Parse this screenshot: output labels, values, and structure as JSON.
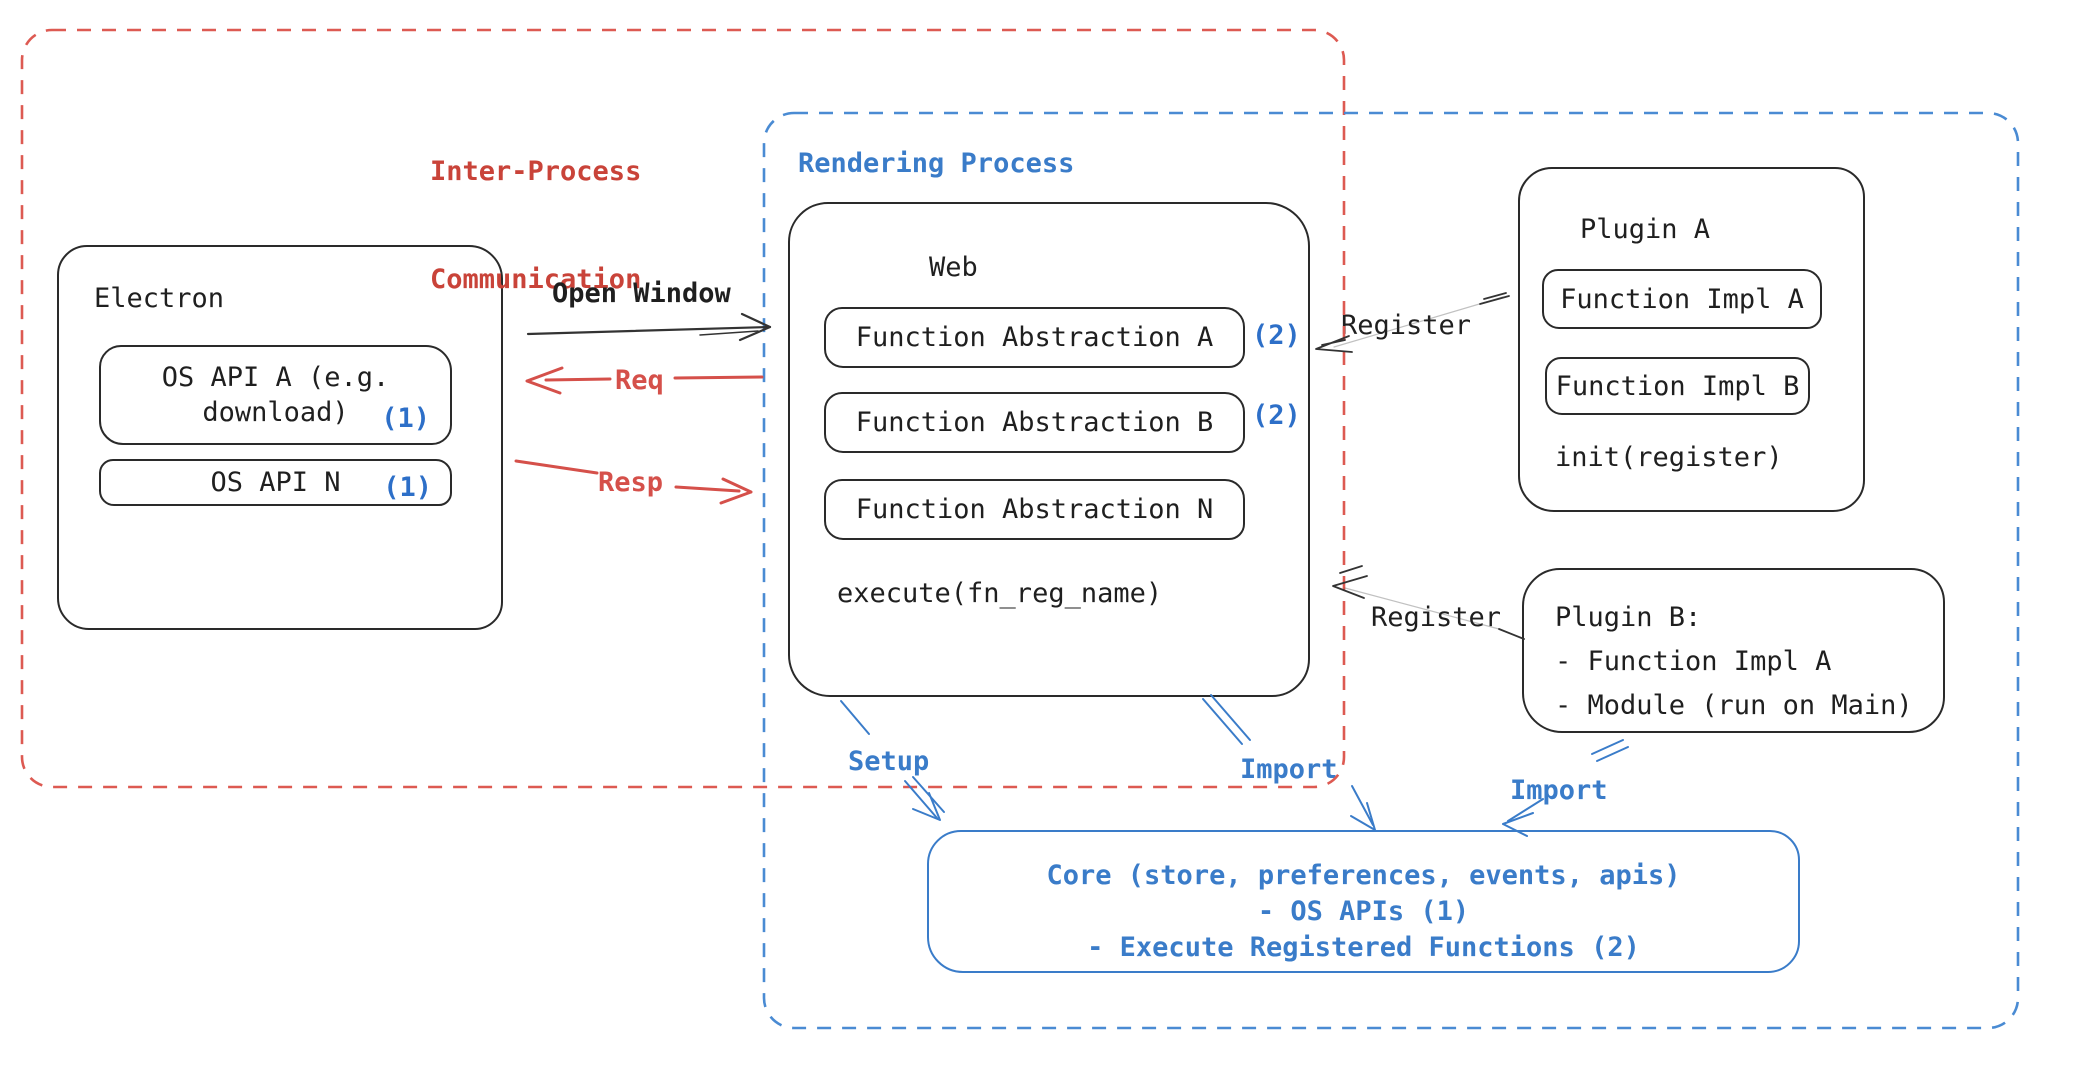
{
  "colors": {
    "ink": "#1f1f1f",
    "red": "#d5504a",
    "red_text": "#c94339",
    "red_dash": "#dd5a52",
    "blue": "#3a7cc9",
    "blue_badge": "#2d6fc8",
    "blue_dash": "#4a8bd3"
  },
  "groups": {
    "ipc": {
      "label_line1": "Inter-Process",
      "label_line2": "Communication"
    },
    "rendering": {
      "label": "Rendering Process"
    }
  },
  "electron": {
    "title": "Electron",
    "os_api_a_line1": "OS API A (e.g.",
    "os_api_a_line2": "download)",
    "os_api_a_badge": "(1)",
    "os_api_n": "OS API N",
    "os_api_n_badge": "(1)"
  },
  "web": {
    "title": "Web",
    "fn_abstraction_a": "Function Abstraction A",
    "fn_abstraction_a_badge": "(2)",
    "fn_abstraction_b": "Function Abstraction B",
    "fn_abstraction_b_badge": "(2)",
    "fn_abstraction_n": "Function Abstraction N",
    "execute": "execute(fn_reg_name)"
  },
  "plugin_a": {
    "title": "Plugin A",
    "impl_a": "Function Impl A",
    "impl_b": "Function Impl B",
    "init": "init(register)"
  },
  "plugin_b": {
    "line1": "Plugin B:",
    "line2": "- Function Impl A",
    "line3": "- Module (run on Main)"
  },
  "core": {
    "line1": "Core (store, preferences, events, apis)",
    "line2": "- OS APIs (1)",
    "line3": "- Execute Registered Functions (2)"
  },
  "arrows": {
    "open_window": "Open Window",
    "req": "Req",
    "resp": "Resp",
    "register_top": "Register",
    "register_bottom": "Register",
    "setup": "Setup",
    "import_web": "Import",
    "import_plugin_b": "Import"
  }
}
